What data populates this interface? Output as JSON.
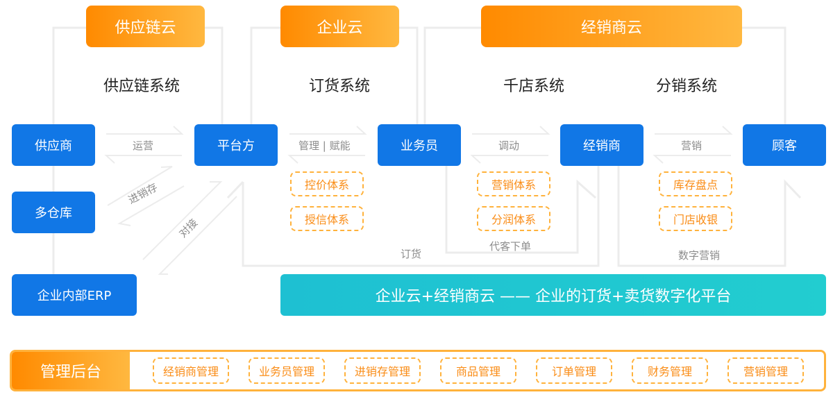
{
  "clouds": {
    "supply_chain": "供应链云",
    "enterprise": "企业云",
    "distributor": "经销商云"
  },
  "systems": {
    "supply_chain": "供应链系统",
    "ordering": "订货系统",
    "thousand_stores": "千店系统",
    "distribution": "分销系统"
  },
  "nodes": {
    "supplier": "供应商",
    "multi_warehouse": "多仓库",
    "erp": "企业内部ERP",
    "platform": "平台方",
    "salesperson": "业务员",
    "distributor": "经销商",
    "customer": "顾客"
  },
  "edges": {
    "operation": "运营",
    "inventory": "进销存",
    "integration": "对接",
    "manage_enable": "管理 | 赋能",
    "dispatch": "调动",
    "marketing": "营销",
    "order": "订货",
    "proxy_order": "代客下单",
    "digital_marketing": "数字营销"
  },
  "tags": {
    "price_control": "控价体系",
    "credit": "授信体系",
    "marketing_system": "营销体系",
    "profit_sharing": "分润体系",
    "stocktaking": "库存盘点",
    "store_cashier": "门店收银"
  },
  "banner": "企业云+经销商云 —— 企业的订货+卖货数字化平台",
  "admin": {
    "title": "管理后台",
    "items": [
      "经销商管理",
      "业务员管理",
      "进销存管理",
      "商品管理",
      "订单管理",
      "财务管理",
      "营销管理"
    ]
  }
}
